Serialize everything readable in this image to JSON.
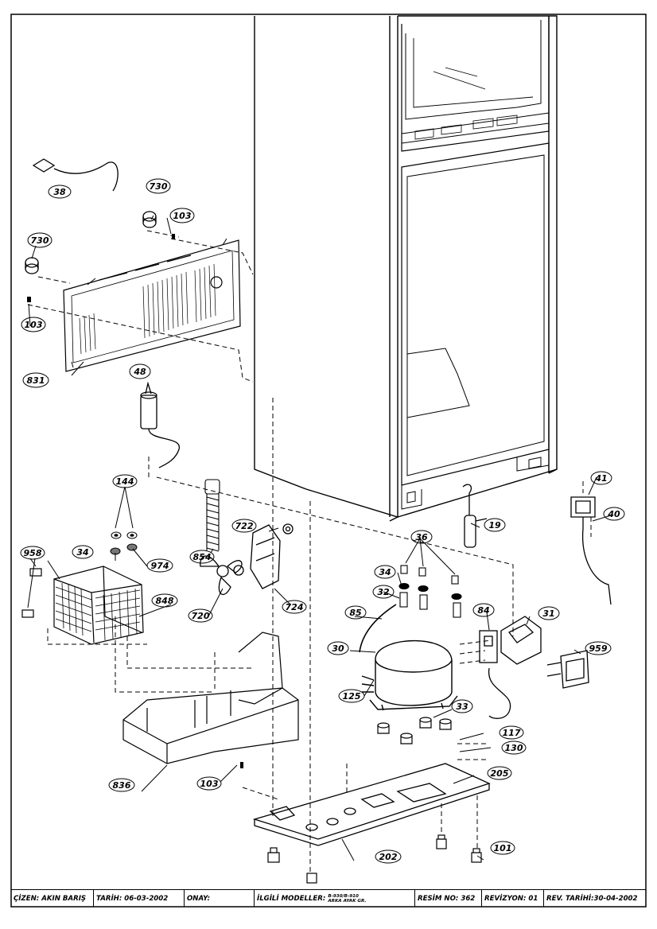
{
  "callouts": [
    {
      "id": "38",
      "text": "38"
    },
    {
      "id": "730a",
      "text": "730"
    },
    {
      "id": "103a",
      "text": "103"
    },
    {
      "id": "730b",
      "text": "730"
    },
    {
      "id": "103b",
      "text": "103"
    },
    {
      "id": "831",
      "text": "831"
    },
    {
      "id": "48",
      "text": "48"
    },
    {
      "id": "144",
      "text": "144"
    },
    {
      "id": "958",
      "text": "958"
    },
    {
      "id": "34a",
      "text": "34"
    },
    {
      "id": "974",
      "text": "974"
    },
    {
      "id": "854",
      "text": "854"
    },
    {
      "id": "722",
      "text": "722"
    },
    {
      "id": "848",
      "text": "848"
    },
    {
      "id": "720",
      "text": "720"
    },
    {
      "id": "724",
      "text": "724"
    },
    {
      "id": "41",
      "text": "41"
    },
    {
      "id": "40",
      "text": "40"
    },
    {
      "id": "19",
      "text": "19"
    },
    {
      "id": "36",
      "text": "36"
    },
    {
      "id": "34b",
      "text": "34"
    },
    {
      "id": "32",
      "text": "32"
    },
    {
      "id": "85",
      "text": "85"
    },
    {
      "id": "84",
      "text": "84"
    },
    {
      "id": "31",
      "text": "31"
    },
    {
      "id": "30",
      "text": "30"
    },
    {
      "id": "959",
      "text": "959"
    },
    {
      "id": "125",
      "text": "125"
    },
    {
      "id": "33",
      "text": "33"
    },
    {
      "id": "117",
      "text": "117"
    },
    {
      "id": "130",
      "text": "130"
    },
    {
      "id": "205",
      "text": "205"
    },
    {
      "id": "836",
      "text": "836"
    },
    {
      "id": "103c",
      "text": "103"
    },
    {
      "id": "202",
      "text": "202"
    },
    {
      "id": "101",
      "text": "101"
    }
  ],
  "title_block": {
    "cizen": "ÇİZEN: AKIN  BARIŞ",
    "tarih": "TARİH: 06-03-2002",
    "onay": "ONAY:",
    "modeller_label": "İLGİLİ MODELLER:",
    "modeller_line1": "B-930/B-910",
    "modeller_line2": "ARKA AYAK GR.",
    "resim_no": "RESİM NO: 362",
    "revizyon": "REVİZYON: 01",
    "rev_tarihi": "REV. TARİHİ:30-04-2002"
  }
}
